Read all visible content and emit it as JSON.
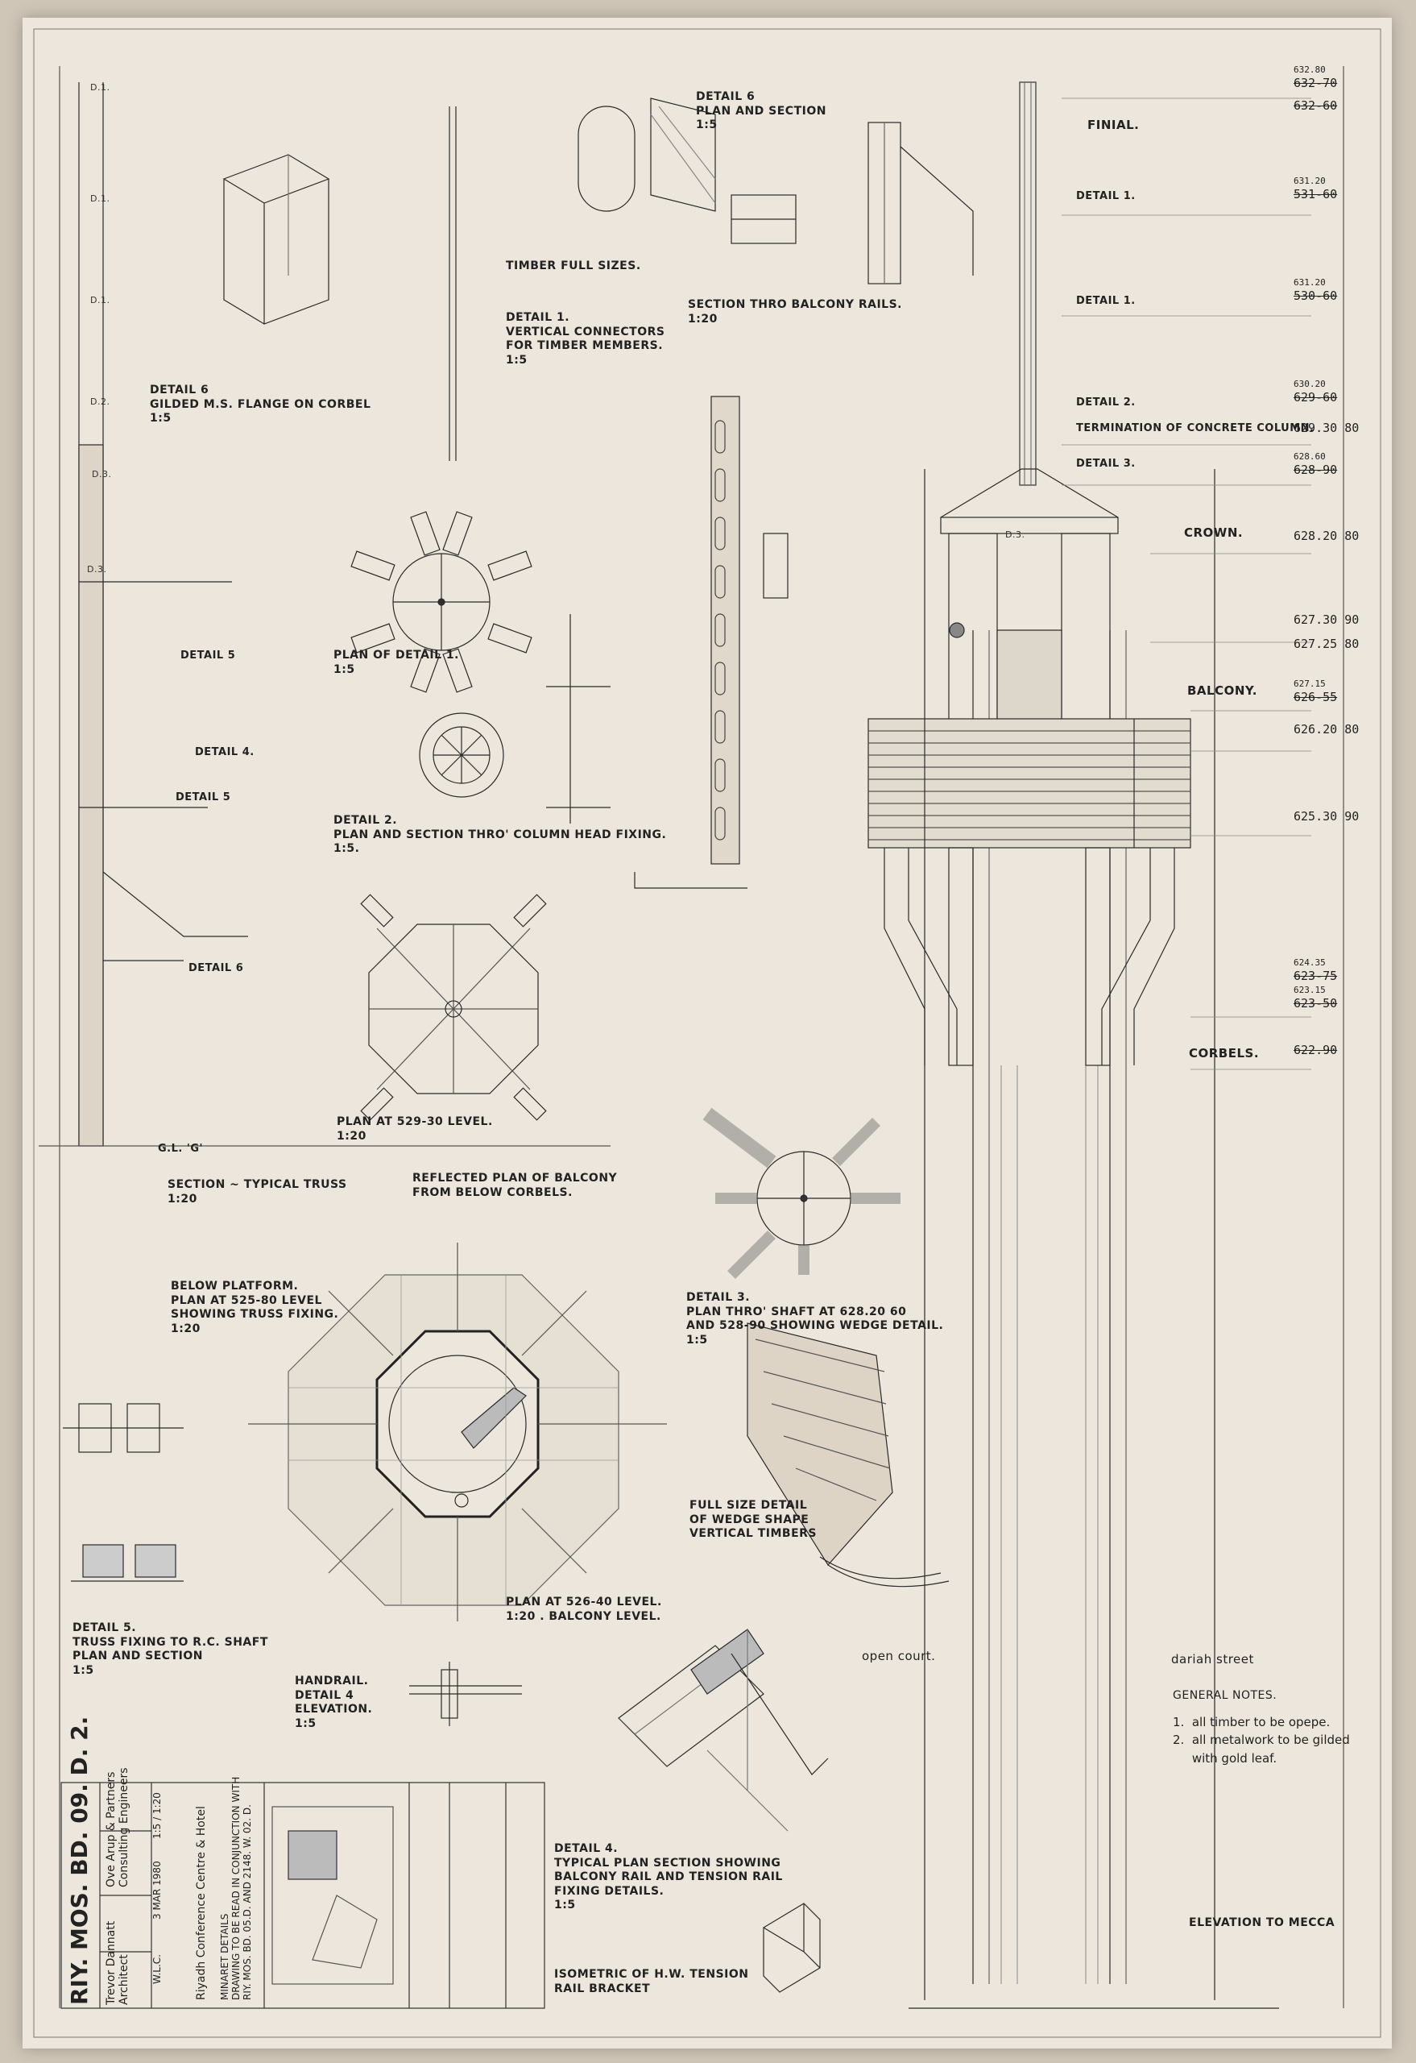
{
  "labels": {
    "d6_plan_section": "DETAIL 6\nPLAN AND SECTION\n1:5",
    "timber_full": "TIMBER FULL SIZES.",
    "d1_vertical": "DETAIL 1.\nVERTICAL CONNECTORS\nFOR TIMBER MEMBERS.\n1:5",
    "d6_gilded": "DETAIL 6\nGILDED M.S. FLANGE ON CORBEL\n1:5",
    "section_balcony": "SECTION THRO BALCONY RAILS.\n1:20",
    "plan_d1": "PLAN OF DETAIL 1.\n1:5",
    "d2_plan": "DETAIL 2.\nPLAN AND SECTION THRO' COLUMN HEAD FIXING.\n1:5.",
    "plan_52930": "PLAN AT 529-30 LEVEL.\n1:20",
    "section_typical": "SECTION ~ TYPICAL TRUSS\n1:20",
    "reflected": "REFLECTED PLAN OF BALCONY\nFROM BELOW CORBELS.",
    "below_platform": "BELOW PLATFORM.\nPLAN AT 525-80 LEVEL\nSHOWING TRUSS FIXING.\n1:20",
    "d3_plan": "DETAIL 3.\nPLAN THRO' SHAFT AT 628.20 60\nAND 528-90 SHOWING WEDGE DETAIL.\n1:5",
    "full_size": "FULL SIZE DETAIL\nOF WEDGE SHAPE\nVERTICAL TIMBERS",
    "d5_truss": "DETAIL 5.\nTRUSS FIXING TO R.C. SHAFT\nPLAN AND SECTION\n1:5",
    "plan_52640": "PLAN AT 526-40 LEVEL.\n1:20 . BALCONY LEVEL.",
    "handrail": "HANDRAIL.\nDETAIL 4\nELEVATION.\n1:5",
    "d4_typical": "DETAIL 4.\nTYPICAL PLAN SECTION SHOWING\nBALCONY RAIL AND TENSION RAIL\nFIXING DETAILS.\n1:5",
    "isometric": "ISOMETRIC OF H.W. TENSION\nRAIL BRACKET",
    "open_court": "open court.",
    "dariah": "dariah street",
    "elev_mecca": "ELEVATION TO MECCA",
    "d5_left": "DETAIL 5",
    "d4_left": "DETAIL 4.",
    "d5b_left": "DETAIL 5",
    "d6_left": "DETAIL 6",
    "gl": "G.L. 'G'",
    "d1a": "D.1.",
    "d1b": "D.1.",
    "d1c": "D.1.",
    "d2": "D.2.",
    "d3": "D.3.",
    "d3b": "D.3.",
    "d3c": "D.3."
  },
  "elevation_labels": {
    "finial": "FINIAL.",
    "detail1a": "DETAIL 1.",
    "detail1b": "DETAIL 1.",
    "detail2": "DETAIL 2.",
    "termination": "TERMINATION OF CONCRETE COLUMN.",
    "detail3": "DETAIL 3.",
    "crown": "CROWN.",
    "balcony": "BALCONY.",
    "corbels": "CORBELS."
  },
  "levels": [
    "632.80",
    "632-70",
    "632-60",
    "631.20",
    "531-60",
    "631.20",
    "530-60",
    "630.20",
    "629-60",
    "629.30 80",
    "628.60",
    "628-90",
    "628.20 80",
    "627.30 90",
    "627.25 80",
    "627.15",
    "626-55",
    "626.20 80",
    "625.30 90",
    "624.35",
    "623-75",
    "623.15",
    "623-50",
    "622.90"
  ],
  "general_notes": {
    "title": "GENERAL NOTES.",
    "n1": "1.  all timber to be opepe.",
    "n2": "2.  all metalwork to be gilded\n     with gold leaf."
  },
  "title_block": {
    "drawing_no": "RIY. MOS. BD. 09. D. 2.",
    "project": "Riyadh Conference Centre & Hotel",
    "title": "MINARET DETAILS\nDRAWING TO BE READ IN CONJUNCTION WITH\nRIY. MOS. BD. 05.D. AND 2148. W. 02. D.",
    "architect": "Trevor Dannatt\nArchitect",
    "engineers": "Ove Arup & Partners\nConsulting Engineers",
    "drawn": "W.L.C.",
    "date": "3 MAR 1980",
    "scale": "1:5 / 1:20"
  }
}
